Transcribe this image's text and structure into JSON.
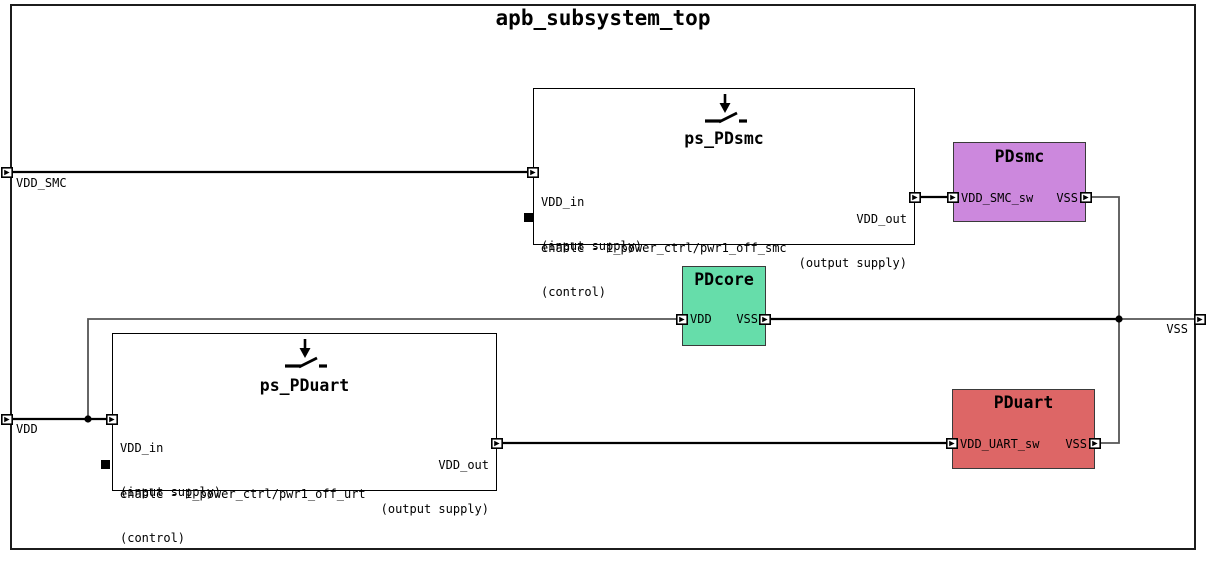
{
  "diagram": {
    "title": "apb_subsystem_top",
    "colors": {
      "pdsmc_fill": "#cc88dd",
      "pdcore_fill": "#66ddaa",
      "pduart_fill": "#dd6666",
      "wire": "#000000",
      "branch_wire": "#555555"
    },
    "edge_ports": [
      {
        "name": "VDD_SMC",
        "side": "left"
      },
      {
        "name": "VDD",
        "side": "left"
      },
      {
        "name": "VSS",
        "side": "right"
      }
    ],
    "switches": [
      {
        "title": "ps_PDsmc",
        "icon": "power-switch-icon",
        "ports": [
          {
            "name": "VDD_in",
            "type": "(input supply)"
          },
          {
            "name": "enable - i_power_ctrl/pwr1_off_smc",
            "type": "(control)"
          },
          {
            "name": "VDD_out",
            "type": "(output supply)"
          }
        ]
      },
      {
        "title": "ps_PDuart",
        "icon": "power-switch-icon",
        "ports": [
          {
            "name": "VDD_in",
            "type": "(input supply)"
          },
          {
            "name": "enable - i_power_ctrl/pwr1_off_urt",
            "type": "(control)"
          },
          {
            "name": "VDD_out",
            "type": "(output supply)"
          }
        ]
      }
    ],
    "domains": [
      {
        "title": "PDsmc",
        "left_port": "VDD_SMC_sw",
        "right_port": "VSS"
      },
      {
        "title": "PDcore",
        "left_port": "VDD",
        "right_port": "VSS"
      },
      {
        "title": "PDuart",
        "left_port": "VDD_UART_sw",
        "right_port": "VSS"
      }
    ]
  }
}
